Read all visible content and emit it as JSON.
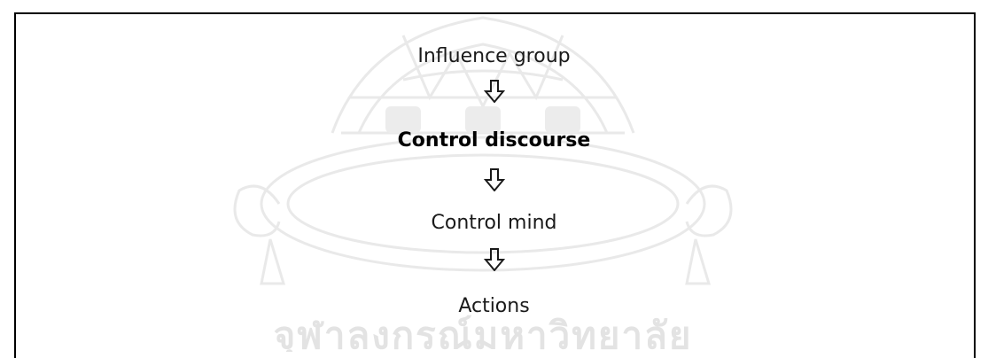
{
  "diagram": {
    "steps": [
      {
        "label": "Influence group",
        "bold": false
      },
      {
        "label": "Control discourse",
        "bold": true
      },
      {
        "label": "Control mind",
        "bold": false
      },
      {
        "label": "Actions",
        "bold": false
      }
    ],
    "connector_icon": "hollow-down-arrow-icon"
  },
  "watermark": {
    "text": "จุฬาลงกรณ์มหาวิทยาลัย",
    "color": "#e6e6e6"
  },
  "colors": {
    "text": "#1a1a1a",
    "border": "#000000",
    "background": "#ffffff"
  }
}
